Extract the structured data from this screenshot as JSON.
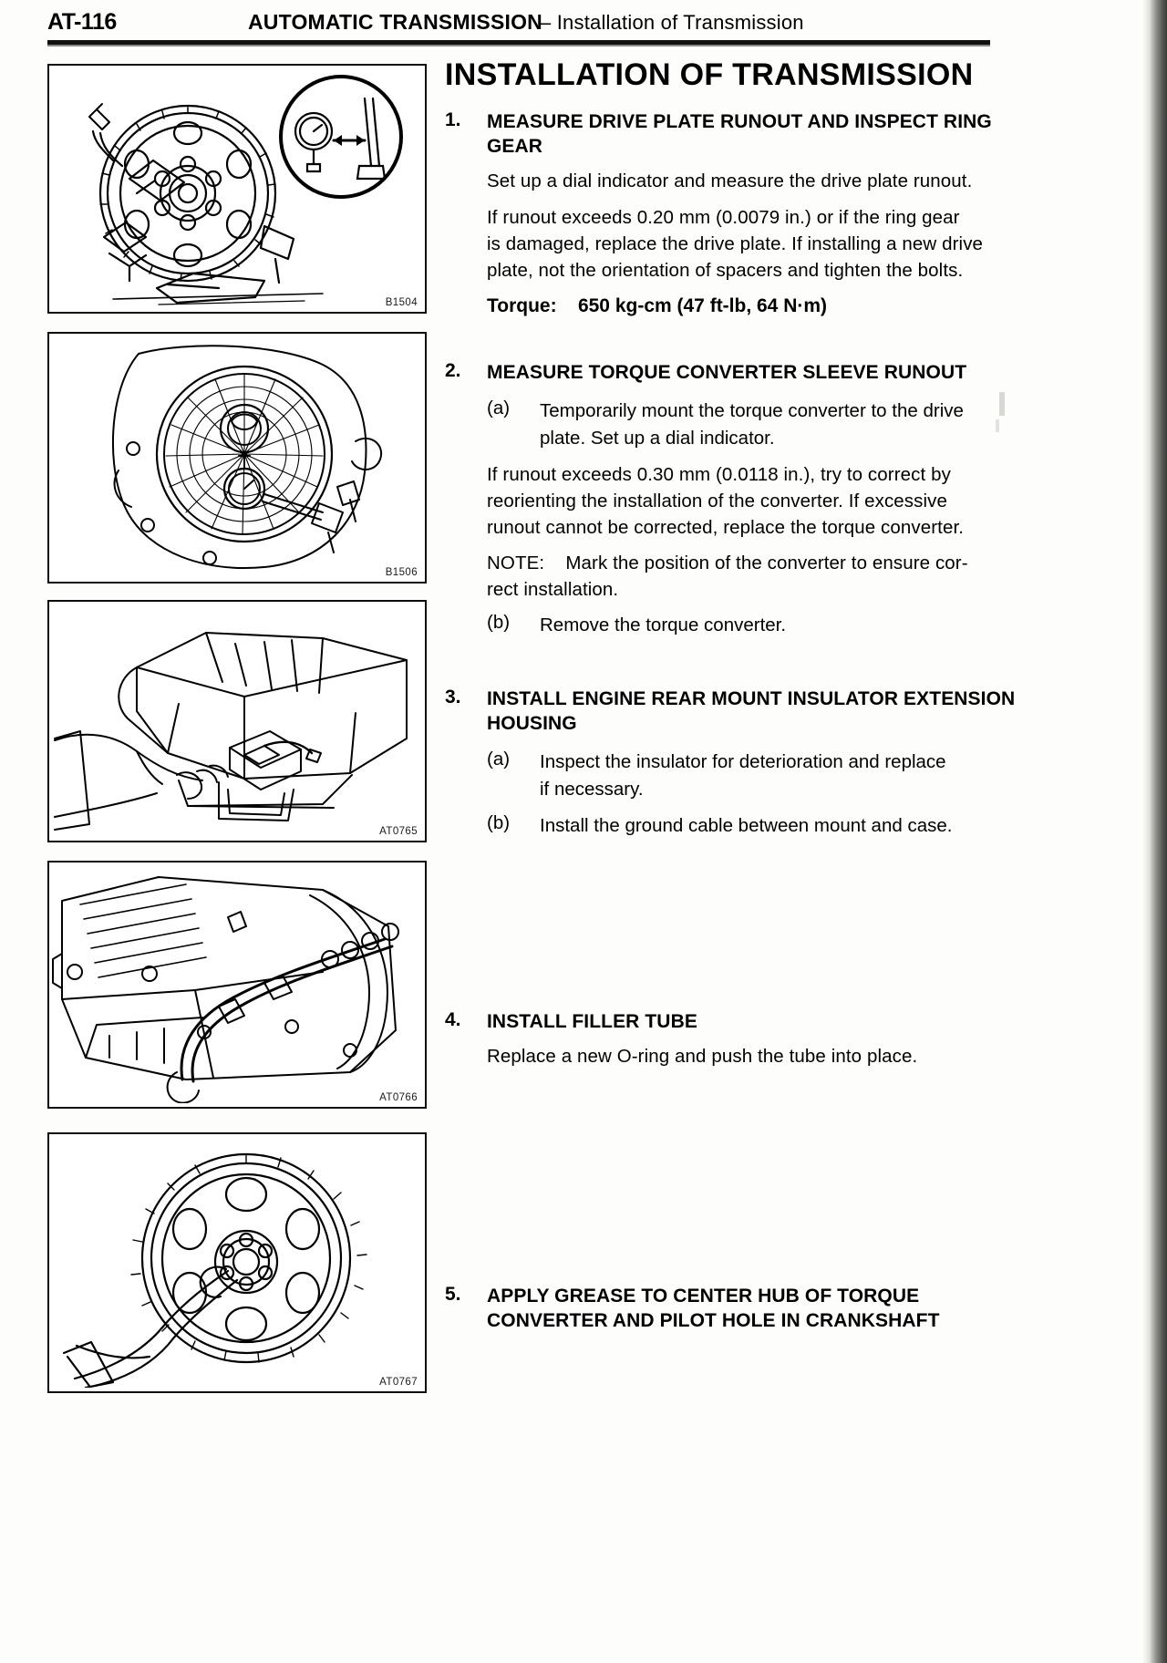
{
  "header": {
    "page_number": "AT-116",
    "title_bold": "AUTOMATIC TRANSMISSION",
    "title_light": "– Installation of Transmission"
  },
  "main": {
    "title": "INSTALLATION OF TRANSMISSION",
    "steps": [
      {
        "number": "1.",
        "heading_line1": "MEASURE DRIVE PLATE RUNOUT AND INSPECT RING",
        "heading_line2": "GEAR",
        "paragraphs": [
          "Set up a dial indicator and measure the drive plate runout.",
          "If runout exceeds 0.20 mm (0.0079 in.) or if the ring gear",
          "is damaged, replace the drive plate. If installing a new drive",
          "plate, not the orientation of spacers and tighten the bolts."
        ],
        "torque_label": "Torque:",
        "torque_value": "650 kg-cm (47 ft-lb, 64 N·m)"
      },
      {
        "number": "2.",
        "heading_line1": "MEASURE TORQUE CONVERTER SLEEVE RUNOUT",
        "sub_a_label": "(a)",
        "sub_a_line1": "Temporarily mount the torque converter to the drive",
        "sub_a_line2": "plate. Set up a dial indicator.",
        "paragraphs": [
          "If runout exceeds 0.30 mm (0.0118 in.), try to correct by",
          "reorienting the installation of the converter. If excessive",
          "runout cannot be corrected, replace the torque converter."
        ],
        "note_label": "NOTE:",
        "note_line1": "Mark the position of the converter to ensure cor-",
        "note_line2": "rect installation.",
        "sub_b_label": "(b)",
        "sub_b_text": "Remove the torque converter."
      },
      {
        "number": "3.",
        "heading_line1": "INSTALL ENGINE REAR MOUNT INSULATOR EXTENSION",
        "heading_line2": "HOUSING",
        "sub_a_label": "(a)",
        "sub_a_line1": "Inspect the insulator for deterioration and replace",
        "sub_a_line2": "if necessary.",
        "sub_b_label": "(b)",
        "sub_b_text": "Install the ground cable between mount and case."
      },
      {
        "number": "4.",
        "heading_line1": "INSTALL FILLER TUBE",
        "paragraphs": [
          "Replace a new O-ring and push the tube into place."
        ]
      },
      {
        "number": "5.",
        "heading_line1": "APPLY GREASE TO CENTER HUB OF TORQUE",
        "heading_line2": "CONVERTER AND PILOT HOLE IN CRANKSHAFT"
      }
    ]
  },
  "figures": [
    {
      "code": "B1504",
      "caption_name": "drive-plate-runout-measurement",
      "description": "Drive plate with ring gear, dial indicator on bracket, with magnified detail circle"
    },
    {
      "code": "B1506",
      "caption_name": "torque-converter-sleeve-runout",
      "description": "Torque converter mounted with dial indicator measuring sleeve runout"
    },
    {
      "code": "AT0765",
      "caption_name": "engine-rear-mount-insulator-install",
      "description": "Hands installing engine rear mount insulator onto extension housing"
    },
    {
      "code": "AT0766",
      "caption_name": "filler-tube-install",
      "description": "Transmission case with filler tube being pushed into place"
    },
    {
      "code": "AT0767",
      "caption_name": "apply-grease-center-hub",
      "description": "Hand applying grease to center hub of torque converter / drive plate"
    }
  ]
}
